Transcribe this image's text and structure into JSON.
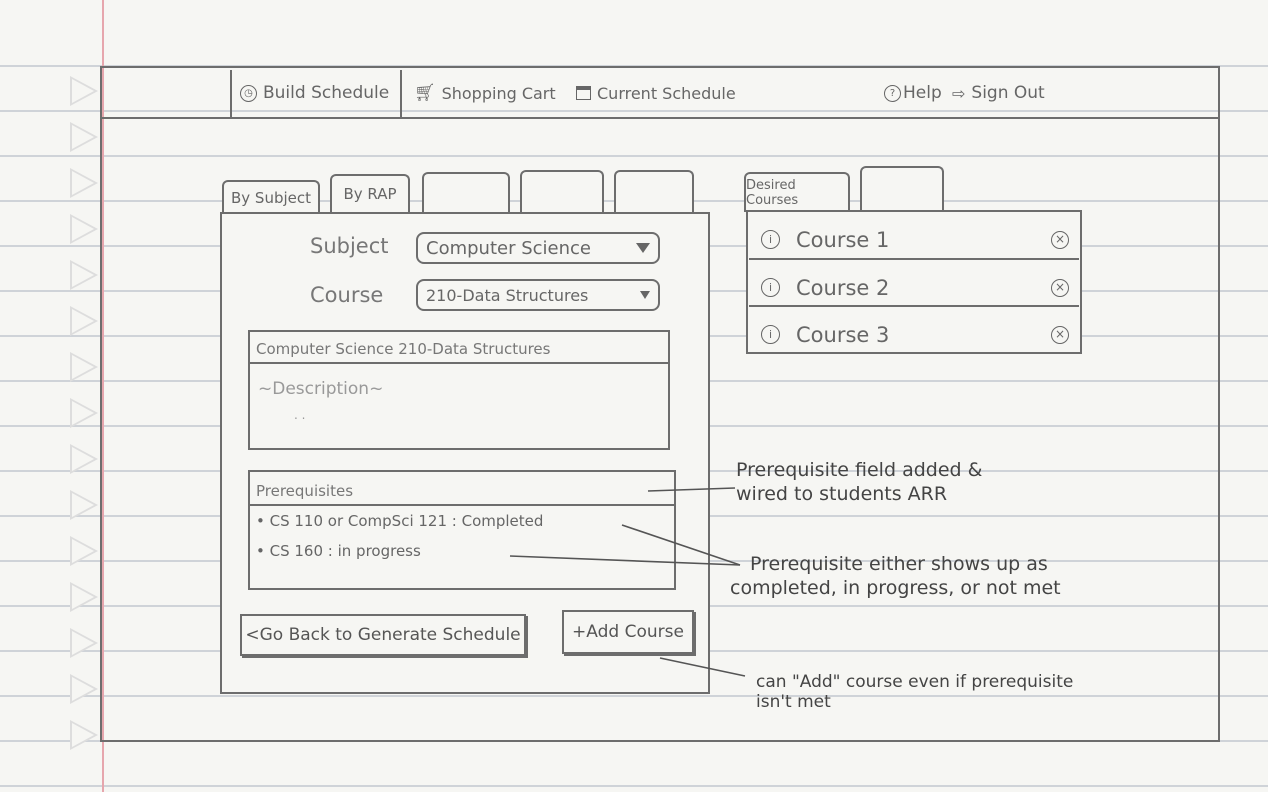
{
  "nav": {
    "build_schedule": "Build Schedule",
    "shopping_cart": "Shopping Cart",
    "current_schedule": "Current Schedule",
    "help": "Help",
    "sign_out": "Sign Out"
  },
  "search_tabs": [
    "By Subject",
    "By RAP",
    "",
    "",
    ""
  ],
  "form": {
    "subject_label": "Subject",
    "subject_value": "Computer Science",
    "course_label": "Course",
    "course_value": "210-Data Structures"
  },
  "description_box": {
    "title": "Computer Science 210-Data Structures",
    "body": "~Description~",
    "ellipsis": ". ."
  },
  "prerequisites": {
    "title": "Prerequisites",
    "items": [
      "CS 110 or CompSci 121 : Completed",
      "CS 160 : in progress"
    ]
  },
  "buttons": {
    "go_back": "<Go Back to Generate Schedule",
    "add_course": "+Add Course"
  },
  "desired": {
    "tabs": [
      "Desired Courses",
      ""
    ],
    "courses": [
      "Course 1",
      "Course 2",
      "Course 3"
    ]
  },
  "annotations": {
    "prereq_field": [
      "Prerequisite field added &",
      "wired to students ARR"
    ],
    "prereq_status": [
      "Prerequisite either shows up as",
      "completed, in progress, or not met"
    ],
    "add_anyway": [
      "can \"Add\" course even if prerequisite",
      "isn't met"
    ]
  },
  "icons": {
    "build": "clock-icon",
    "cart": "cart-icon",
    "calendar": "calendar-icon",
    "help": "help-icon",
    "signout": "sign-out-icon",
    "info": "info-icon",
    "remove": "remove-icon"
  }
}
